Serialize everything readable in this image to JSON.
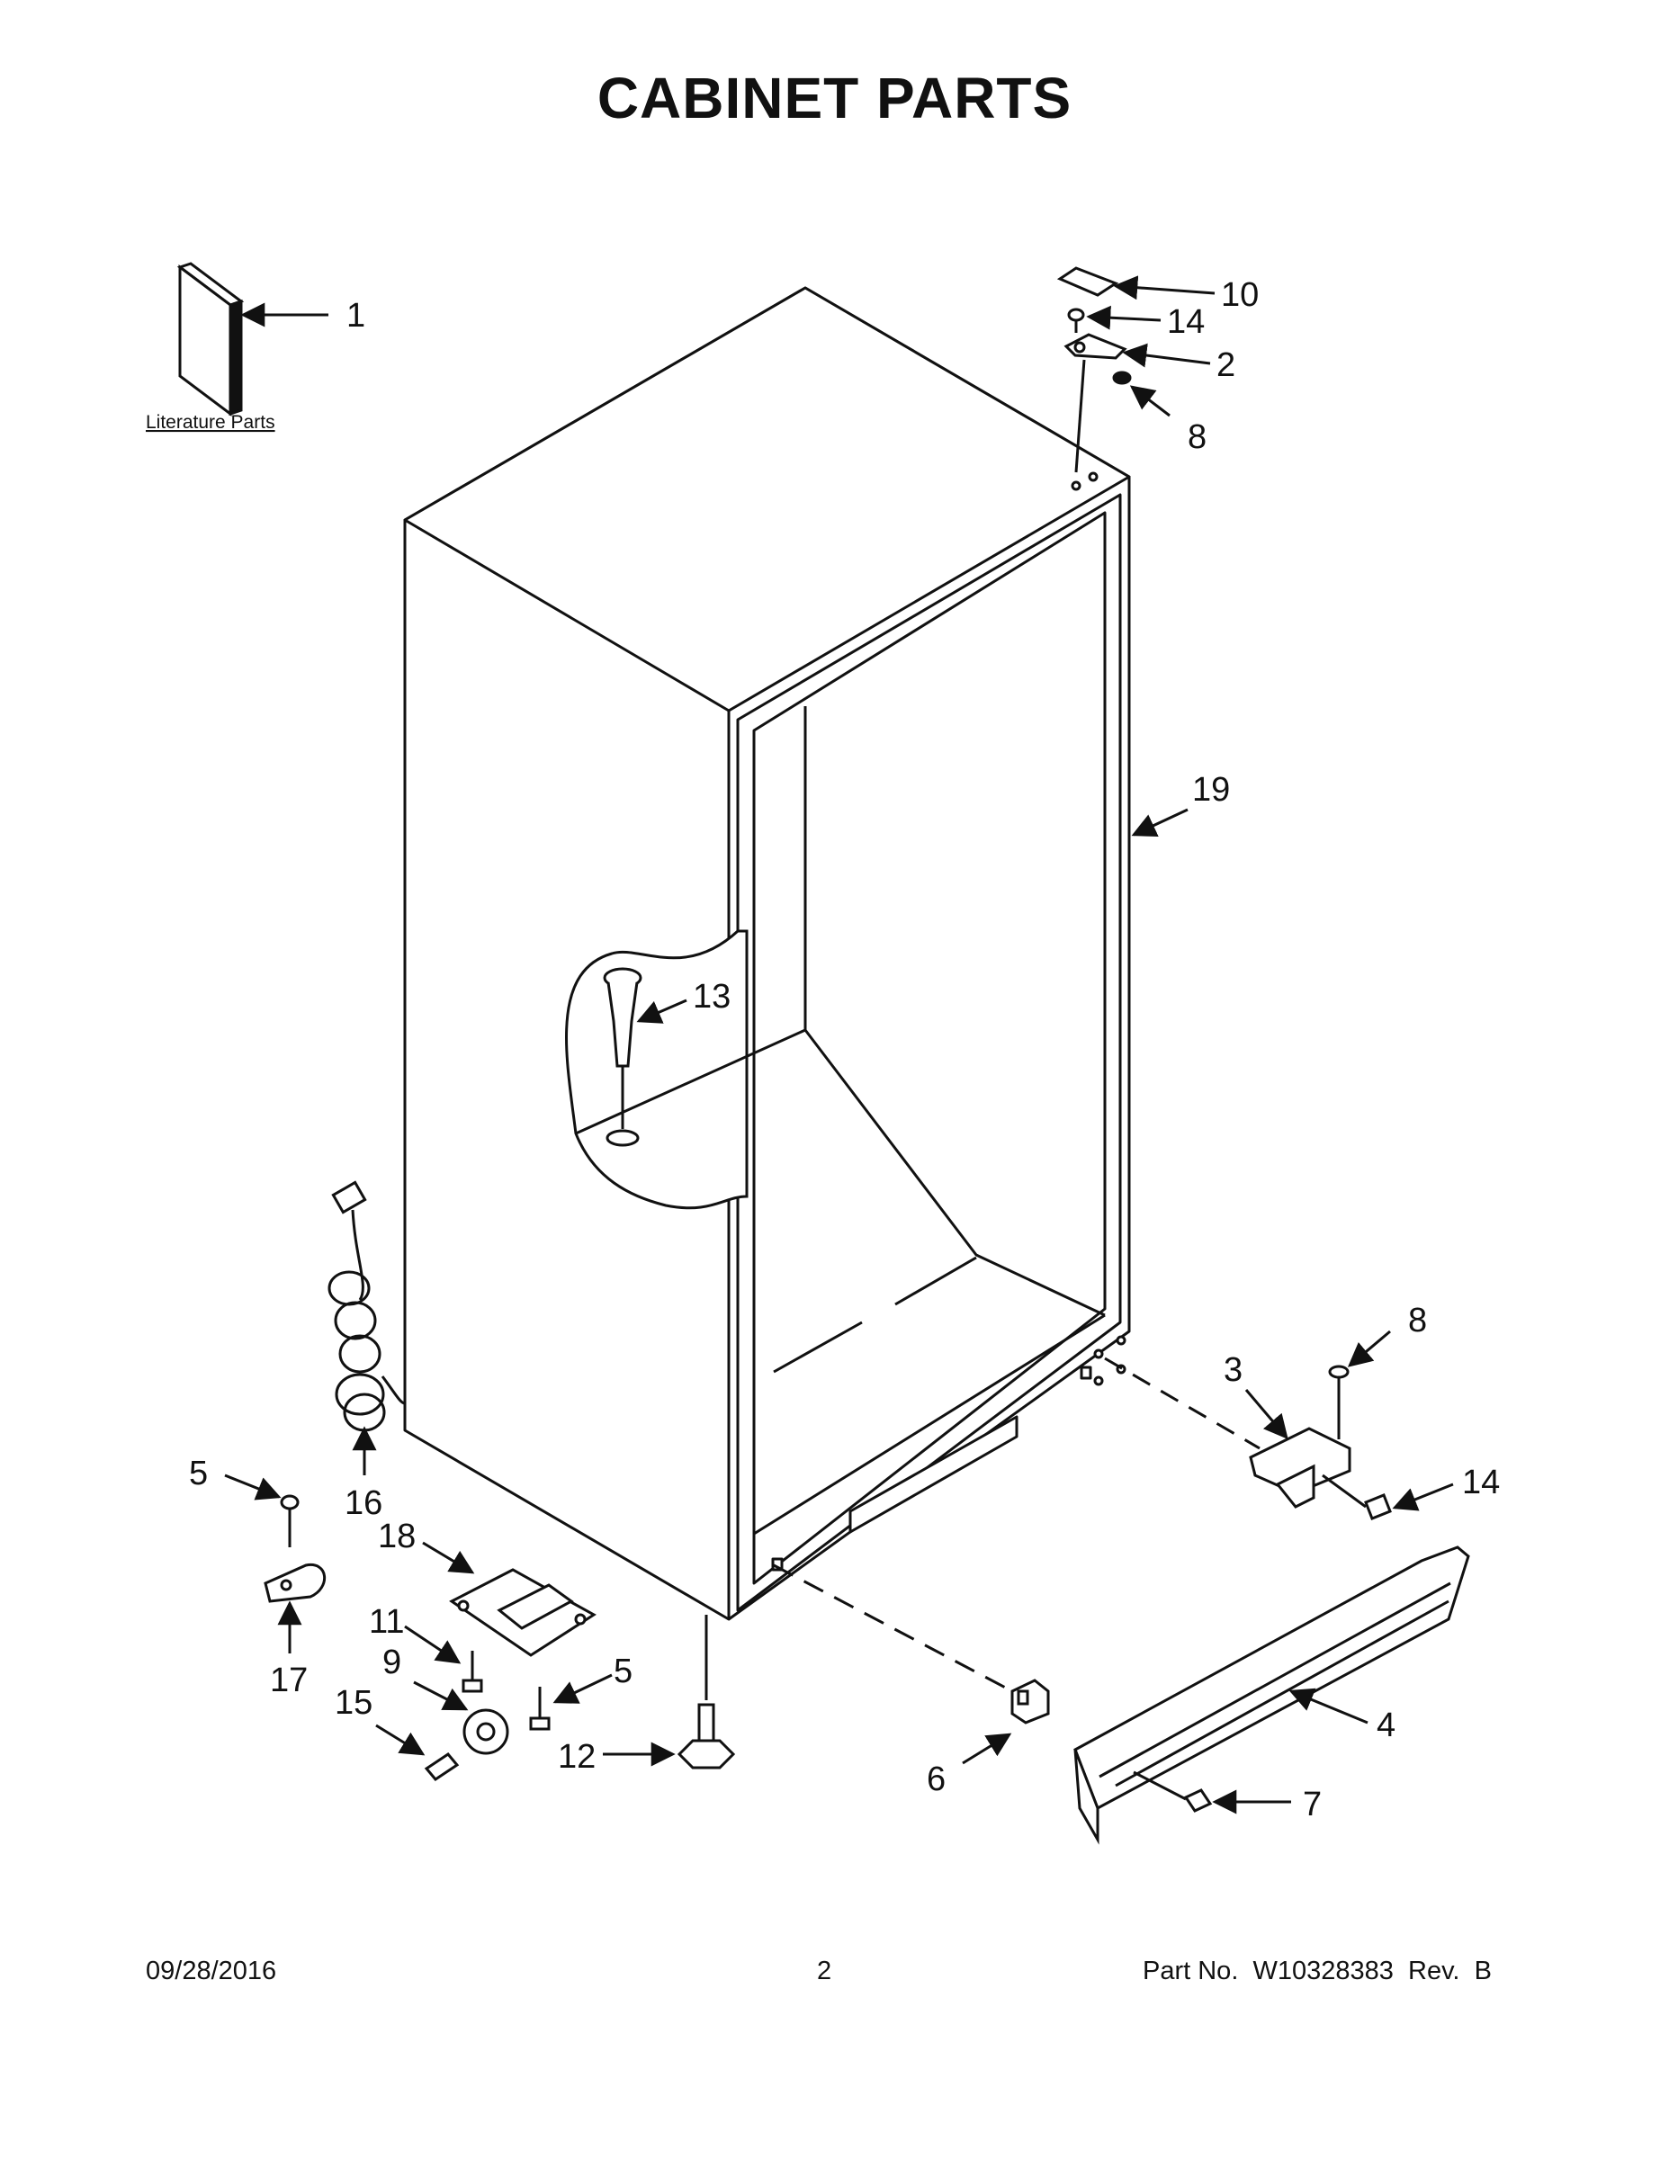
{
  "title": "CABINET PARTS",
  "literature_label": "Literature Parts",
  "callouts": [
    {
      "id": "c1",
      "label": "1"
    },
    {
      "id": "c10",
      "label": "10"
    },
    {
      "id": "c14a",
      "label": "14"
    },
    {
      "id": "c2",
      "label": "2"
    },
    {
      "id": "c8a",
      "label": "8"
    },
    {
      "id": "c19",
      "label": "19"
    },
    {
      "id": "c13",
      "label": "13"
    },
    {
      "id": "c8b",
      "label": "8"
    },
    {
      "id": "c3",
      "label": "3"
    },
    {
      "id": "c14b",
      "label": "14"
    },
    {
      "id": "c4",
      "label": "4"
    },
    {
      "id": "c7",
      "label": "7"
    },
    {
      "id": "c6",
      "label": "6"
    },
    {
      "id": "c12",
      "label": "12"
    },
    {
      "id": "c5a",
      "label": "5"
    },
    {
      "id": "c16",
      "label": "16"
    },
    {
      "id": "c18",
      "label": "18"
    },
    {
      "id": "c11",
      "label": "11"
    },
    {
      "id": "c5b",
      "label": "5"
    },
    {
      "id": "c9",
      "label": "9"
    },
    {
      "id": "c17",
      "label": "17"
    },
    {
      "id": "c15",
      "label": "15"
    }
  ],
  "footer": {
    "date": "09/28/2016",
    "page": "2",
    "part_no": "Part No.  W10328383  Rev.  B"
  }
}
